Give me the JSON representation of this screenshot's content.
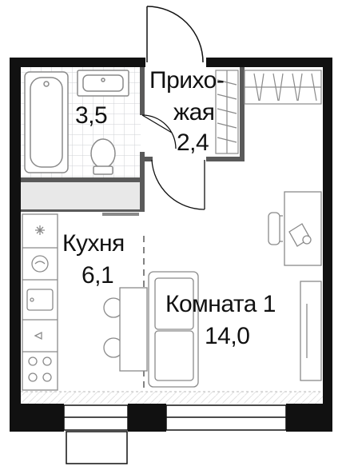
{
  "rooms": {
    "bathroom": {
      "area": "3,5"
    },
    "hallway": {
      "name_line1": "Прихо-",
      "name_line2": "жая",
      "area": "2,4"
    },
    "kitchen": {
      "name": "Кухня",
      "area": "6,1"
    },
    "room1": {
      "name": "Комната 1",
      "area": "14,0"
    }
  },
  "colors": {
    "wall": "#111111",
    "partition": "#5a5a5a",
    "tile": "#cfd2d6",
    "fixture": "#8a8a8a",
    "balcony_floor": "#e3e3e3",
    "background": "#ffffff"
  }
}
